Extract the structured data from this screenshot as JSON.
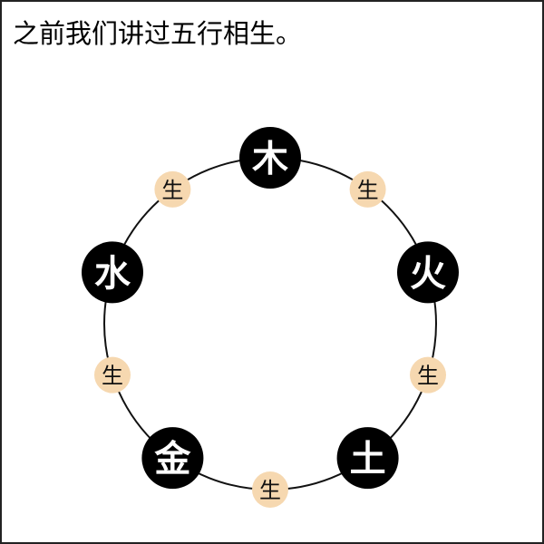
{
  "caption": "之前我们讲过五行相生。",
  "colors": {
    "element_fill": "#000000",
    "element_text": "#ffffff",
    "relation_fill": "#f6d8b0",
    "relation_text": "#111111",
    "ring_stroke": "#111111"
  },
  "cycle": {
    "elements": [
      {
        "id": "wood",
        "label": "木",
        "position": "top"
      },
      {
        "id": "fire",
        "label": "火",
        "position": "upper-right"
      },
      {
        "id": "earth",
        "label": "土",
        "position": "lower-right"
      },
      {
        "id": "metal",
        "label": "金",
        "position": "lower-left"
      },
      {
        "id": "water",
        "label": "水",
        "position": "upper-left"
      }
    ],
    "relations": [
      {
        "from": "wood",
        "to": "fire",
        "label": "生"
      },
      {
        "from": "fire",
        "to": "earth",
        "label": "生"
      },
      {
        "from": "earth",
        "to": "metal",
        "label": "生"
      },
      {
        "from": "metal",
        "to": "water",
        "label": "生"
      },
      {
        "from": "water",
        "to": "wood",
        "label": "生"
      }
    ]
  }
}
